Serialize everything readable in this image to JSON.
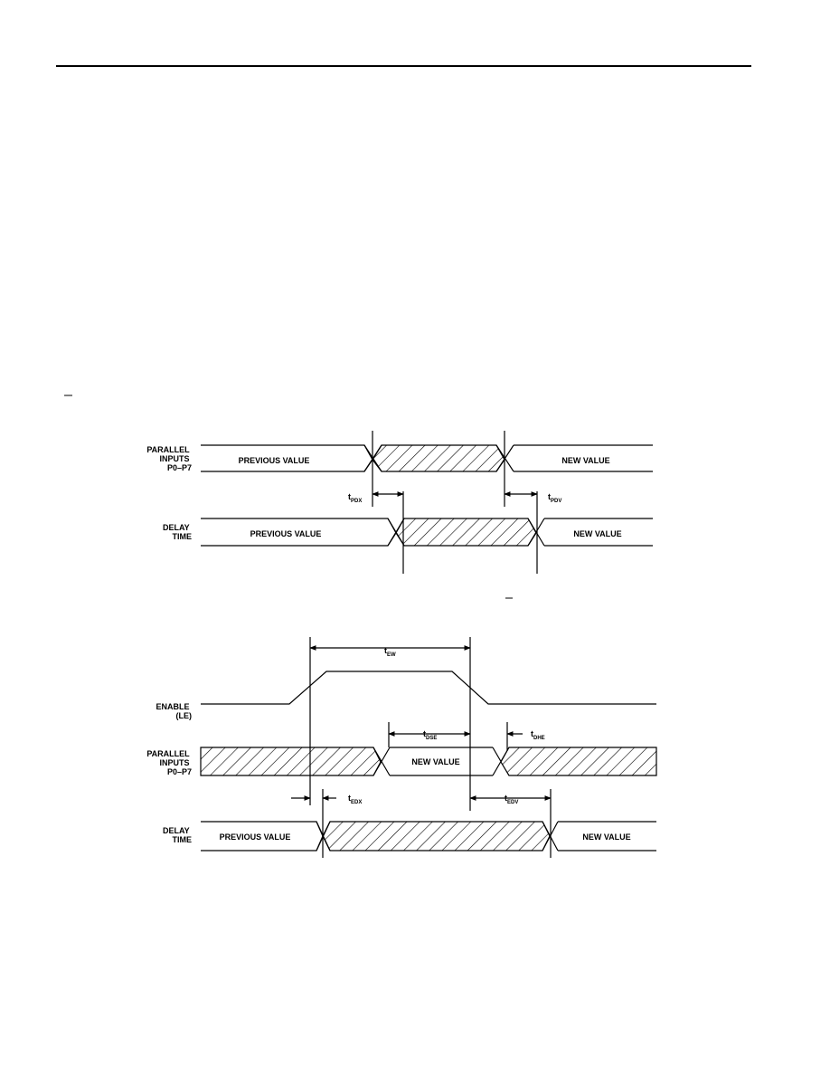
{
  "diagram1": {
    "signals": [
      {
        "id": "parallel-inputs",
        "label_lines": [
          "PARALLEL",
          "INPUTS",
          "P0–P7"
        ]
      },
      {
        "id": "delay-time",
        "label_lines": [
          "DELAY",
          "TIME"
        ]
      }
    ],
    "values": {
      "inputs_previous": "PREVIOUS VALUE",
      "inputs_new": "NEW VALUE",
      "delay_previous": "PREVIOUS VALUE",
      "delay_new": "NEW VALUE"
    },
    "timing": {
      "pdx": {
        "main": "t",
        "sub": "PDX"
      },
      "pdv": {
        "main": "t",
        "sub": "PDV"
      }
    }
  },
  "diagram2": {
    "signals": [
      {
        "id": "enable",
        "label_lines": [
          "ENABLE",
          "(LE)"
        ]
      },
      {
        "id": "parallel-inputs",
        "label_lines": [
          "PARALLEL",
          "INPUTS",
          "P0–P7"
        ]
      },
      {
        "id": "delay-time",
        "label_lines": [
          "DELAY",
          "TIME"
        ]
      }
    ],
    "values": {
      "inputs_new": "NEW VALUE",
      "delay_previous": "PREVIOUS VALUE",
      "delay_new": "NEW VALUE"
    },
    "timing": {
      "ew": {
        "main": "t",
        "sub": "EW"
      },
      "dse": {
        "main": "t",
        "sub": "DSE"
      },
      "dhe": {
        "main": "t",
        "sub": "DHE"
      },
      "edx": {
        "main": "t",
        "sub": "EDX"
      },
      "edv": {
        "main": "t",
        "sub": "EDV"
      }
    }
  }
}
